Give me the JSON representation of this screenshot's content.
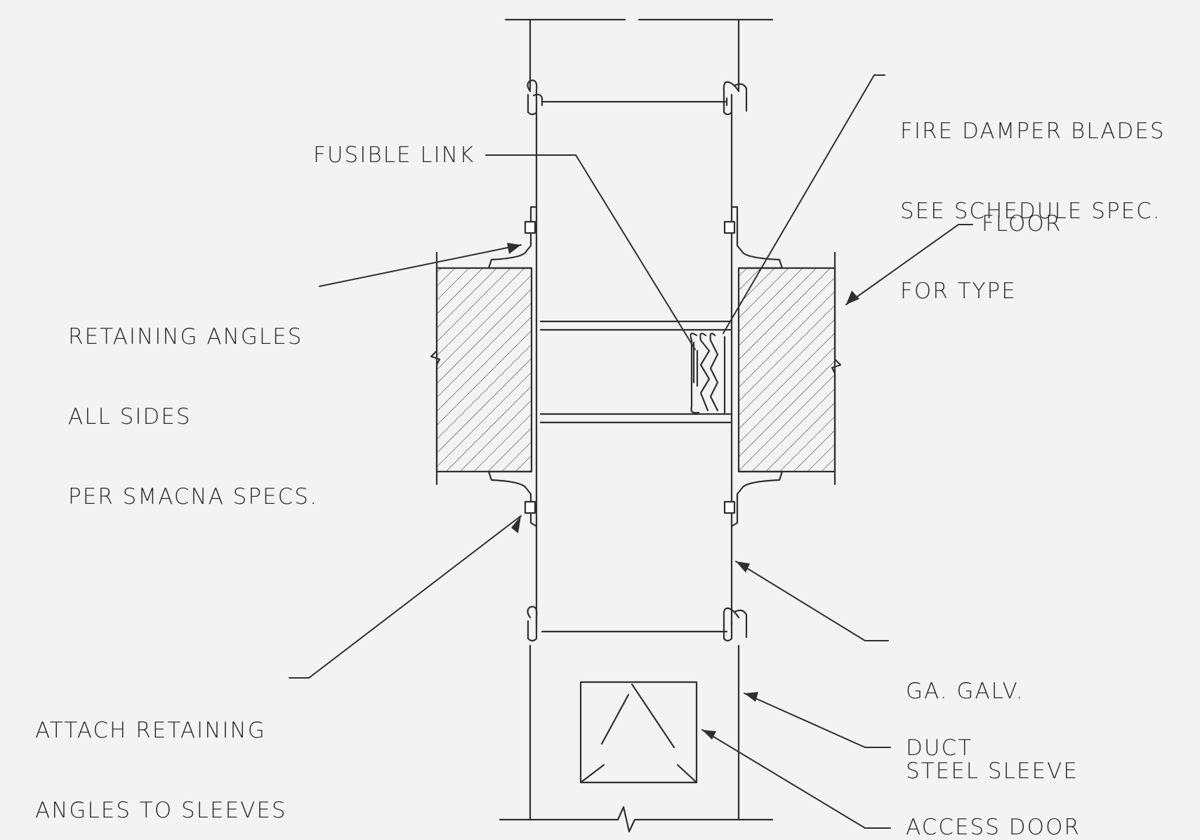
{
  "labels": {
    "fire_damper_blades": [
      "FIRE DAMPER BLADES",
      "SEE SCHEDULE SPEC.",
      "FOR TYPE"
    ],
    "fusible_link": "FUSIBLE LINK",
    "floor": "FLOOR",
    "retaining_angles": [
      "RETAINING ANGLES",
      "ALL SIDES",
      "PER SMACNA SPECS."
    ],
    "attach_retaining_angles": [
      "ATTACH RETAINING",
      "ANGLES TO SLEEVES"
    ],
    "steel_sleeve": [
      "GA. GALV.",
      "STEEL SLEEVE"
    ],
    "duct": "DUCT",
    "access_door": "ACCESS DOOR"
  },
  "colors": {
    "line": "#2f2f2f",
    "background": "#f3f3f3",
    "text": "#2b2b2b"
  }
}
